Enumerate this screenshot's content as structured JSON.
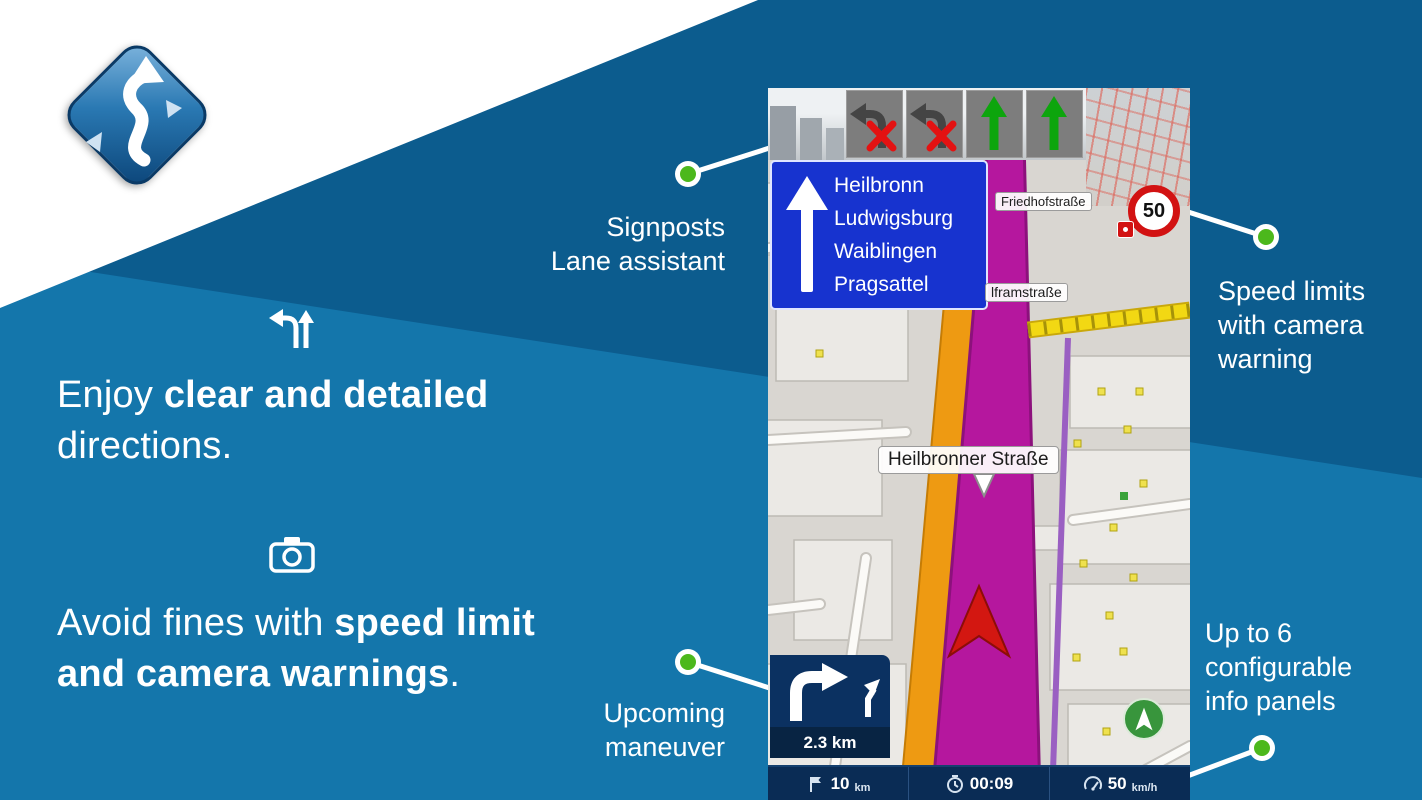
{
  "colors": {
    "dark_blue": "#0c5c8e",
    "medium_blue": "#1476ab",
    "accent_green": "#4cb81c",
    "signpost_blue": "#1733cf",
    "route_magenta": "#b5179e",
    "road_orange": "#ee9a12",
    "panel_navy": "#0a2c55",
    "speed_ring_red": "#d21212"
  },
  "logo": {
    "name": "navigator-app-logo"
  },
  "features": {
    "f1": {
      "pre": "Enjoy ",
      "bold": "clear and detailed",
      "line2": "directions."
    },
    "f2": {
      "pre": "Avoid fines with ",
      "bold1": "speed limit",
      "bold2": "and camera warnings",
      "post": "."
    }
  },
  "callouts": {
    "signposts": {
      "l1": "Signposts",
      "l2": "Lane assistant"
    },
    "speed": {
      "l1": "Speed limits",
      "l2": "with camera",
      "l3": "warning"
    },
    "maneuver": {
      "l1": "Upcoming",
      "l2": "maneuver"
    },
    "panels": {
      "l1": "Up to 6",
      "l2": "configurable",
      "l3": "info panels"
    }
  },
  "phone": {
    "lane_assistant": {
      "lanes": [
        "turn-left-not-allowed",
        "turn-left-not-allowed",
        "straight-allowed",
        "straight-allowed"
      ]
    },
    "signpost": {
      "destinations": [
        "Heilbronn",
        "Ludwigsburg",
        "Waiblingen",
        "Pragsattel"
      ]
    },
    "speed_sign": {
      "value": "50"
    },
    "streets": {
      "friedhof": "Friedhofstraße",
      "wolfram": "lframstraße",
      "heilbronner": "Heilbronner Straße"
    },
    "maneuver": {
      "distance": "2.3 km"
    },
    "info_panels": [
      {
        "icon": "waypoint-flag-icon",
        "value": "10",
        "unit": "km"
      },
      {
        "icon": "remaining-time-icon",
        "value": "00:09",
        "unit": ""
      },
      {
        "icon": "speedometer-icon",
        "value": "50",
        "unit": "km/h"
      }
    ]
  }
}
